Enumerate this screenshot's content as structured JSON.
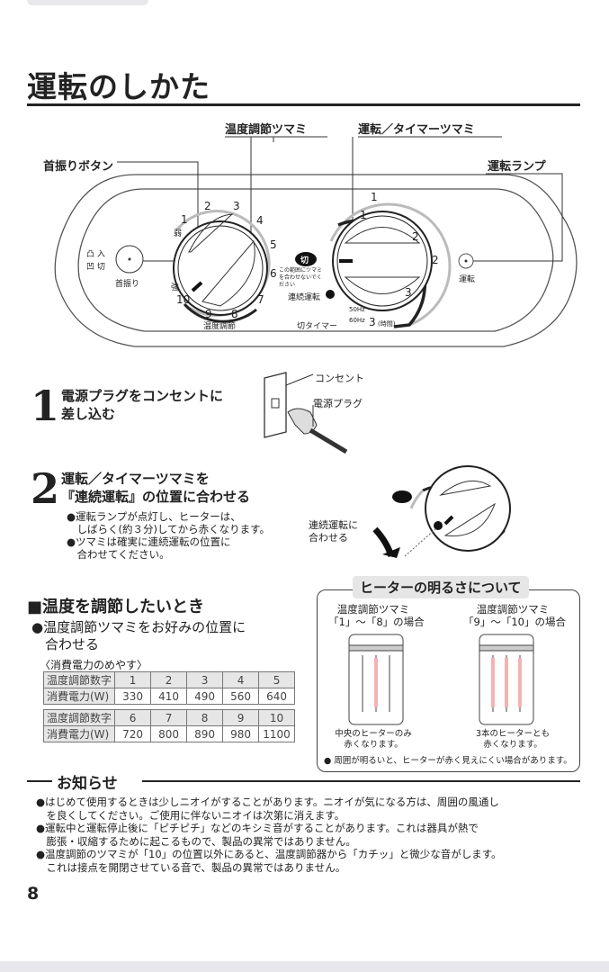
{
  "title": "運転のしかた",
  "callouts": {
    "temp_knob": "温度調節ツマミ",
    "timer_knob": "運転／タイマーツマミ",
    "swing_button": "首振りボタン",
    "run_lamp": "運転ランプ"
  },
  "panel": {
    "swing_on": "凸 入",
    "swing_off": "凹 切",
    "swing_label": "首振り",
    "temp_numbers": [
      "1",
      "2",
      "3",
      "4",
      "5",
      "6",
      "7",
      "8",
      "9",
      "10"
    ],
    "temp_weak": "弱",
    "temp_strong": "強",
    "temp_label": "温度調節",
    "timer_off": "切",
    "timer_warning": "この範囲にツマミを合わせないでください",
    "continuous": "連続運転",
    "timer_label": "切タイマー",
    "hz50": "50Hz",
    "hz60": "60Hz",
    "timer_inner": [
      "1",
      "2",
      "3"
    ],
    "timer_outer": [
      "1",
      "2",
      "3"
    ],
    "hours": "(時間)",
    "lamp_label": "運転"
  },
  "step1": {
    "number": "1",
    "text": [
      "電源プラグをコンセントに",
      "差し込む"
    ],
    "outlet": "コンセント",
    "plug": "電源プラグ"
  },
  "step2": {
    "number": "2",
    "text": [
      "運転／タイマーツマミを",
      "『連続運転』の位置に合わせる"
    ],
    "bullets": [
      "●運転ランプが点灯し、ヒーターは、",
      "　しばらく(約３分)してから赤くなります。",
      "●ツマミは確実に連続運転の位置に",
      "　合わせてください。"
    ],
    "arrow_label": [
      "連続運転に",
      "合わせる"
    ]
  },
  "temp_section": {
    "heading": "■温度を調節したいとき",
    "bullet": [
      "●温度調節ツマミをお好みの位置に",
      "　合わせる"
    ],
    "table_caption": "〈消費電力のめやす〉",
    "row_labels": [
      "温度調節数字",
      "消費電力(W)"
    ],
    "table1": {
      "settings": [
        "1",
        "2",
        "3",
        "4",
        "5"
      ],
      "watts": [
        "330",
        "410",
        "490",
        "560",
        "640"
      ]
    },
    "table2": {
      "settings": [
        "6",
        "7",
        "8",
        "9",
        "10"
      ],
      "watts": [
        "720",
        "800",
        "890",
        "980",
        "1100"
      ]
    }
  },
  "brightness": {
    "title": "ヒーターの明るさについて",
    "cols": [
      {
        "heading": [
          "温度調節ツマミ",
          "「1」〜「8」の場合"
        ],
        "caption": [
          "中央のヒーターのみ",
          "赤くなります。"
        ]
      },
      {
        "heading": [
          "温度調節ツマミ",
          "「9」〜「10」の場合"
        ],
        "caption": [
          "3本のヒーターとも",
          "赤くなります。"
        ]
      }
    ],
    "note": "● 周囲が明るいと、ヒーターが赤く見えにくい場合があります。"
  },
  "notice": {
    "heading": "お知らせ",
    "lines": [
      "●はじめて使用するときは少しニオイがすることがあります。ニオイが気になる方は、周囲の風通し",
      "　を良くしてください。ご使用に伴ないニオイは次第に消えます。",
      "●運転中と運転停止後に「ピチピチ」などのキシミ音がすることがあります。これは器具が熱で",
      "　膨張・収縮するために起こるもので、製品の異常ではありません。",
      "●温度調節のツマミが「10」の位置以外にあると、温度調節器から「カチッ」と微少な音がします。",
      "　これは接点を開閉させている音で、製品の異常ではありません。"
    ]
  },
  "page_number": "8"
}
